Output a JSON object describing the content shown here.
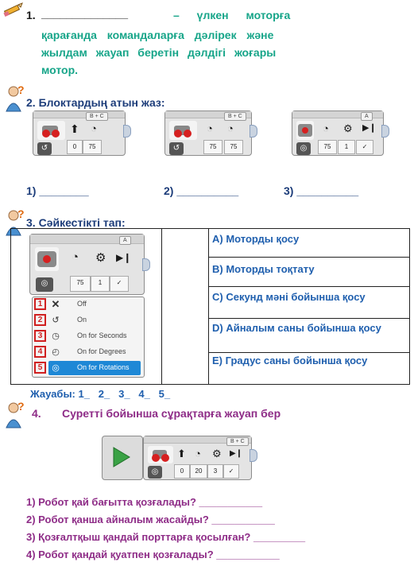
{
  "q1": {
    "number": "1.",
    "blank": "______________",
    "line1": "– үлкен моторға",
    "line2": "қарағанда командаларға дәлірек және",
    "line3": "жылдам жауап беретін дәлдігі жоғары",
    "line4": "мотор."
  },
  "q2": {
    "title": "2. Блоктардың атын жаз:",
    "answers": [
      "1) ________",
      "2) __________",
      "3) __________"
    ],
    "blocks": [
      {
        "port": "B + C",
        "field1": "0",
        "field2": "75"
      },
      {
        "port": "B + C",
        "field1": "75",
        "field2": "75"
      },
      {
        "port": "A",
        "field1": "75",
        "field2": "1"
      }
    ]
  },
  "q3": {
    "title": "3. Сәйкестікті тап:",
    "block": {
      "port": "A",
      "field1": "75",
      "field2": "1"
    },
    "menu": [
      {
        "num": "1",
        "label": "Off"
      },
      {
        "num": "2",
        "label": "On"
      },
      {
        "num": "3",
        "label": "On for Seconds"
      },
      {
        "num": "4",
        "label": "On for Degrees"
      },
      {
        "num": "5",
        "label": "On for Rotations"
      }
    ],
    "options": [
      "A) Моторды қосу",
      "B) Моторды тоқтату",
      "C) Секунд мәні бойынша қосу",
      "D) Айналым саны бойынша қосу",
      "E) Градус саны бойынша қосу"
    ],
    "answer_line": "Жауабы: 1_   2_   3_   4_   5_"
  },
  "q4": {
    "number": "4.",
    "title": "Суретті бойынша сұрақтарға жауап бер",
    "block": {
      "port": "B + C",
      "field1": "0",
      "field2": "20",
      "field3": "3"
    },
    "questions": [
      "1) Робот қай бағытта қозғалады? ___________",
      "2) Робот қанша айналым жасайды? ___________",
      "3) Қозғалтқыш қандай порттарға қосылған? _________",
      "4) Робот қандай қуатпен қозғалады? ___________"
    ]
  }
}
